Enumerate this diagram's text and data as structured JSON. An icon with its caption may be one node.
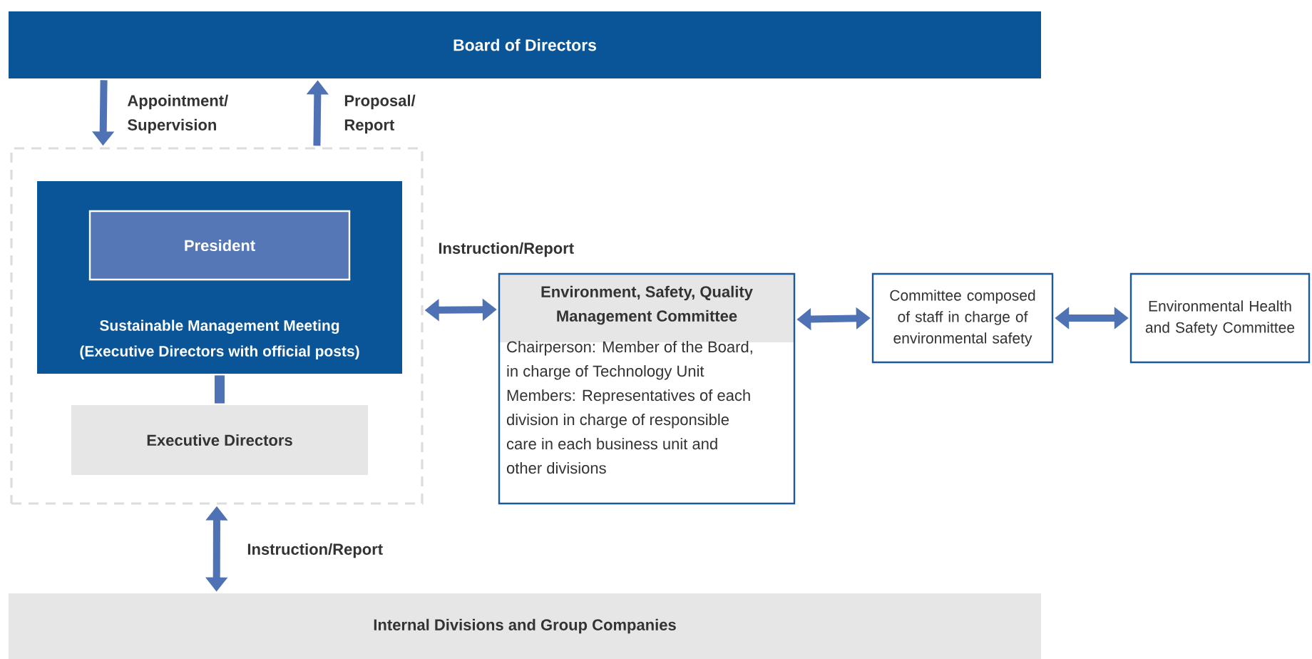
{
  "diagram": {
    "nodes": [
      {
        "text": [
          "Board of Directors"
        ]
      },
      {
        "text": [],
        "shape": "box"
      },
      {
        "text": [
          "Sustainable Management Meeting",
          "(Executive Directors with official posts)"
        ],
        "in": 1
      },
      {
        "text": [
          "President"
        ],
        "in": 2
      },
      {
        "text": [
          "Executive Directors"
        ],
        "in": 1
      },
      {
        "text": [
          "Environment, Safety, Quality Management Committee",
          "Chairperson: Member of the Board, in charge of Technology Unit",
          "Members: Representatives of each division in charge of responsible care in each business unit and other divisions"
        ]
      },
      {
        "text": [
          "Committee composed of staff in charge of environmental safety"
        ]
      },
      {
        "text": [
          "Environmental Health and Safety Committee"
        ]
      },
      {
        "text": [
          "Internal Divisions and Group Companies"
        ]
      }
    ],
    "edges": [
      {
        "from": 0,
        "to": 1,
        "arrow": "to",
        "label": "Appointment/ Supervision"
      },
      {
        "from": 1,
        "to": 0,
        "arrow": "to",
        "label": "Proposal/ Report"
      },
      {
        "from": 2,
        "to": 4,
        "arrow": "none"
      },
      {
        "from": 1,
        "to": 5,
        "arrow": "both",
        "label": "Instruction/Report"
      },
      {
        "from": 5,
        "to": 6,
        "arrow": "both"
      },
      {
        "from": 6,
        "to": 7,
        "arrow": "both"
      },
      {
        "from": 1,
        "to": 8,
        "arrow": "both",
        "label": "Instruction/Report"
      }
    ]
  }
}
